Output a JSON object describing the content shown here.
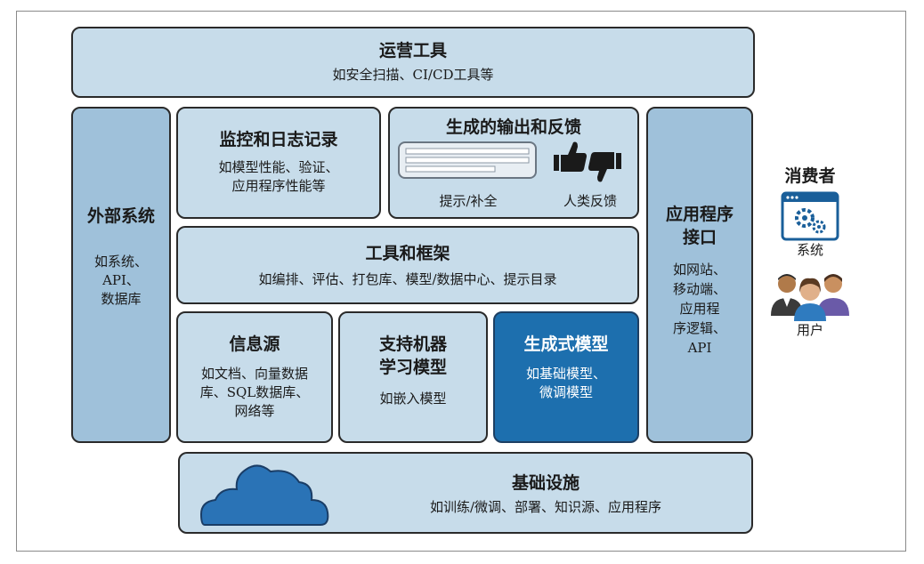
{
  "ops": {
    "title": "运营工具",
    "desc": "如安全扫描、CI/CD工具等"
  },
  "external": {
    "title": "外部系统",
    "desc_lines": [
      "如系统、",
      "API、",
      "数据库"
    ]
  },
  "monitoring": {
    "title": "监控和日志记录",
    "desc_lines": [
      "如模型性能、验证、",
      "应用程序性能等"
    ]
  },
  "output": {
    "title": "生成的输出和反馈",
    "prompt_label": "提示/补全",
    "feedback_label": "人类反馈"
  },
  "api": {
    "title_lines": [
      "应用程序",
      "接口"
    ],
    "desc_lines": [
      "如网站、",
      "移动端、",
      "应用程",
      "序逻辑、",
      "API"
    ]
  },
  "tools": {
    "title": "工具和框架",
    "desc": "如编排、评估、打包库、模型/数据中心、提示目录"
  },
  "sources": {
    "title": "信息源",
    "desc_lines": [
      "如文档、向量数据",
      "库、SQL数据库、",
      "网络等"
    ]
  },
  "ml": {
    "title_lines": [
      "支持机器",
      "学习模型"
    ],
    "desc": "如嵌入模型"
  },
  "genmodel": {
    "title": "生成式模型",
    "desc_lines": [
      "如基础模型、",
      "微调模型"
    ]
  },
  "infra": {
    "title": "基础设施",
    "desc": "如训练/微调、部署、知识源、应用程序"
  },
  "consumers": {
    "title": "消费者",
    "system_label": "系统",
    "user_label": "用户"
  },
  "colors": {
    "light": "#c7dcea",
    "mid": "#9fc1da",
    "dark": "#1d6fae",
    "icon": "#1a5f9a"
  }
}
